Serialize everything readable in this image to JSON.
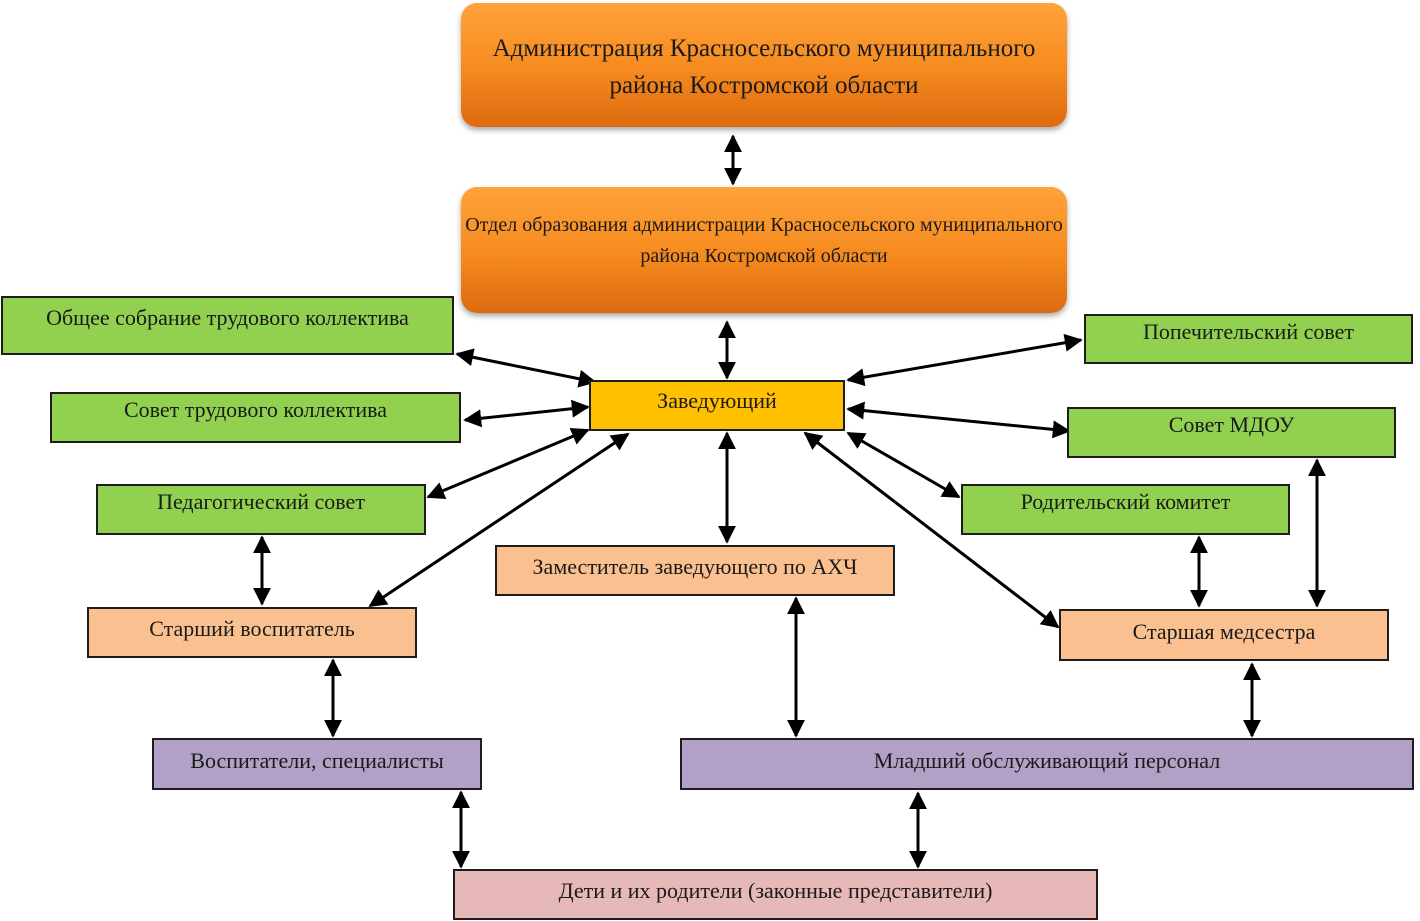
{
  "nodes": {
    "administration": "Администрация Красносельского муниципального района Костромской области",
    "education_dept": "Отдел образования администрации Красносельского муниципального района Костромской области",
    "general_meeting": "Общее собрание трудового коллектива",
    "labor_council": "Совет трудового коллектива",
    "pedagogical_council": "Педагогический совет",
    "senior_educator": "Старший воспитатель",
    "educators": "Воспитатели, специалисты",
    "children_parents": "Дети и их родители (законные представители)",
    "head": "Заведующий",
    "deputy_head": "Заместитель заведующего по АХЧ",
    "junior_staff": "Младший обслуживающий персонал",
    "board_of_trustees": "Попечительский совет",
    "council_mdou": "Совет МДОУ",
    "parent_committee": "Родительский комитет",
    "senior_nurse": "Старшая медсестра"
  },
  "colors": {
    "org_gradient": [
      "#ffa33a",
      "#dd6a10"
    ],
    "green": "#92d050",
    "yellow": "#ffc000",
    "peach": "#fac08f",
    "purple": "#b2a1c7",
    "pink": "#e6b9b8",
    "arrow": "#000000"
  }
}
